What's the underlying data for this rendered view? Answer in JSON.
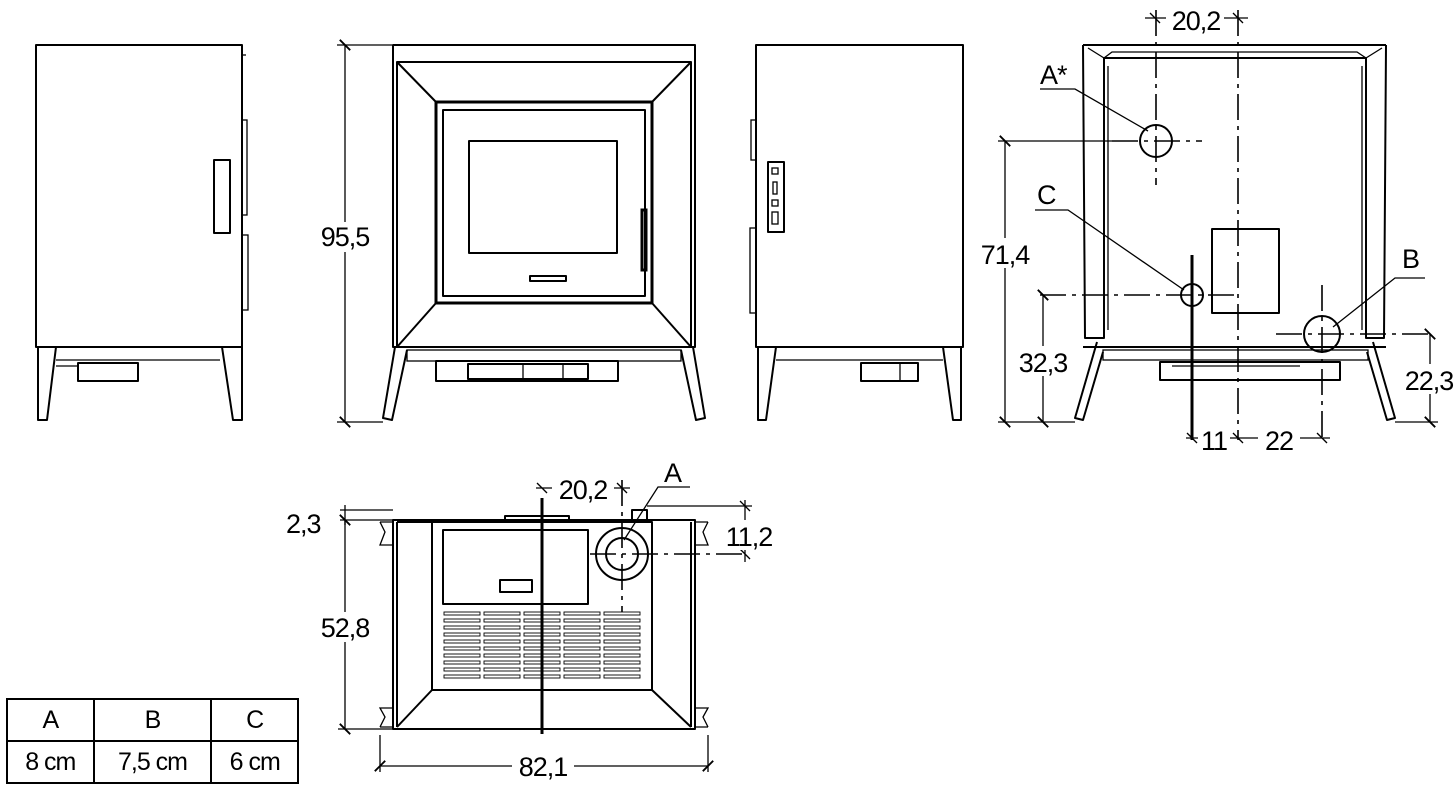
{
  "dimensions": {
    "height_total": "95,5",
    "flue_height": "71,4",
    "inlet_c_height": "32,3",
    "inlet_b_height": "22,3",
    "flue_offset_top": "20,2",
    "offset_c": "11",
    "offset_b": "22",
    "plan_offset": "20,2",
    "plan_rear_offset": "2,3",
    "plan_flue_offset": "11,2",
    "plan_depth": "52,8",
    "plan_width": "82,1"
  },
  "labels": {
    "flue_rear": "A*",
    "flue_top": "A",
    "inlet_c": "C",
    "inlet_b": "B"
  },
  "table": {
    "headers": [
      "A",
      "B",
      "C"
    ],
    "values": [
      "8 cm",
      "7,5 cm",
      "6 cm"
    ]
  }
}
